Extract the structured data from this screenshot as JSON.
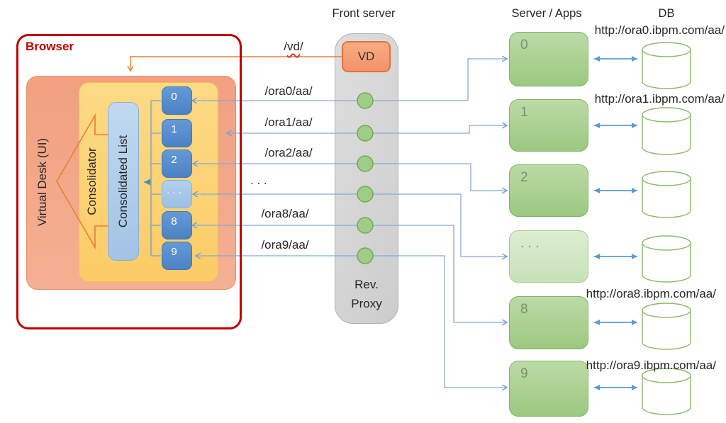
{
  "browser": {
    "label": "Browser",
    "virtual_desk": "Virtual Desk (UI)",
    "consolidator": "Consolidator",
    "consolidated_list": "Consolidated List",
    "items": [
      "0",
      "1",
      "2",
      ". . .",
      "8",
      "9"
    ]
  },
  "front_server": {
    "title": "Front server",
    "vd_box": "VD",
    "rev_proxy": [
      "Rev.",
      "Proxy"
    ],
    "route_vd": {
      "pre": "/",
      "word": "vd",
      "post": "/"
    },
    "routes": [
      "/ora0/aa/",
      "/ora1/aa/",
      "/ora2/aa/",
      ". . .",
      "/ora8/aa/",
      "/ora9/aa/"
    ]
  },
  "servers": {
    "title": "Server / Apps",
    "items": [
      "0",
      "1",
      "2",
      ". . .",
      "8",
      "9"
    ],
    "urls": {
      "ora0": "http://ora0.ibpm.com/aa/",
      "ora1": "http://ora1.ibpm.com/aa/",
      "ora8": "http://ora8.ibpm.com/aa/",
      "ora9": "http://ora9.ibpm.com/aa/"
    }
  },
  "db": {
    "title": "DB"
  },
  "colors": {
    "browser_red": "#c00000",
    "orange_accent": "#ed7d31",
    "route_line_blue": "#85a9d6",
    "db_arrow_blue": "#5b9bd5",
    "proxy_dot_green": "#9fcc86",
    "server_green": "#a9d18e",
    "item_blue": "#5589cb",
    "consolidator_yellow": "#fbd171",
    "virtual_desk_salmon": "#f2a888",
    "proxy_gray": "#d2d2d2"
  }
}
